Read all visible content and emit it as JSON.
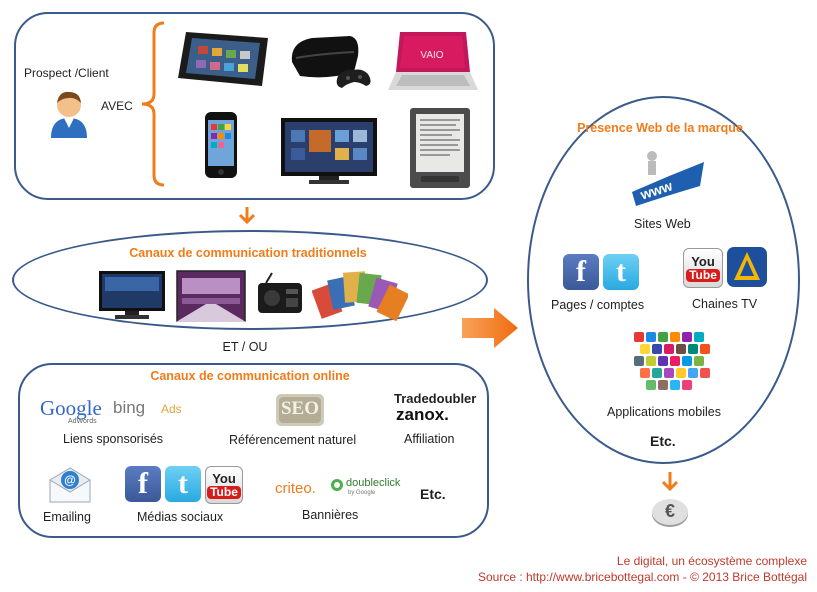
{
  "top_box": {
    "prospect_label": "Prospect /Client",
    "avec_label": "AVEC"
  },
  "traditional": {
    "title": "Canaux de communication  traditionnels",
    "et_ou": "ET / OU"
  },
  "online": {
    "title": "Canaux de communication  online",
    "google_text": "Google",
    "adwords_text": "AdWords",
    "bing_text": "bing",
    "bing_ads_text": "Ads",
    "liens_label": "Liens sponsorisés",
    "seo_text": "SEO",
    "referencement_label": "Référencement naturel",
    "tradedoubler_text": "Tradedoubler",
    "zanox_text": "zanox.",
    "affiliation_label": "Affiliation",
    "emailing_label": "Emailing",
    "medias_label": "Médias sociaux",
    "criteo_text": "criteo.",
    "doubleclick_text": "doubleclick",
    "doubleclick_sub": "by Google",
    "bannieres_label": "Bannières",
    "etc_label": "Etc.",
    "youtube_you": "You",
    "youtube_tube": "Tube",
    "facebook_f": "f",
    "twitter_t": "t"
  },
  "presence": {
    "title": "Présence Web de la marque",
    "www_text": "www",
    "sites_label": "Sites Web",
    "pages_label": "Pages / comptes",
    "chaines_label": "Chaines TV",
    "apps_label": "Applications mobiles",
    "etc_label": "Etc.",
    "youtube_you": "You",
    "youtube_tube": "Tube",
    "facebook_f": "f",
    "twitter_t": "t",
    "euro_symbol": "€"
  },
  "footer": {
    "line1": "Le digital, un écosystème complexe",
    "line2": "Source : http://www.bricebottegal.com - © 2013 Brice Bottégal"
  },
  "colors": {
    "accent_orange": "#f07c1a",
    "box_border": "#3a5a8c",
    "footer_red": "#c0392b"
  }
}
